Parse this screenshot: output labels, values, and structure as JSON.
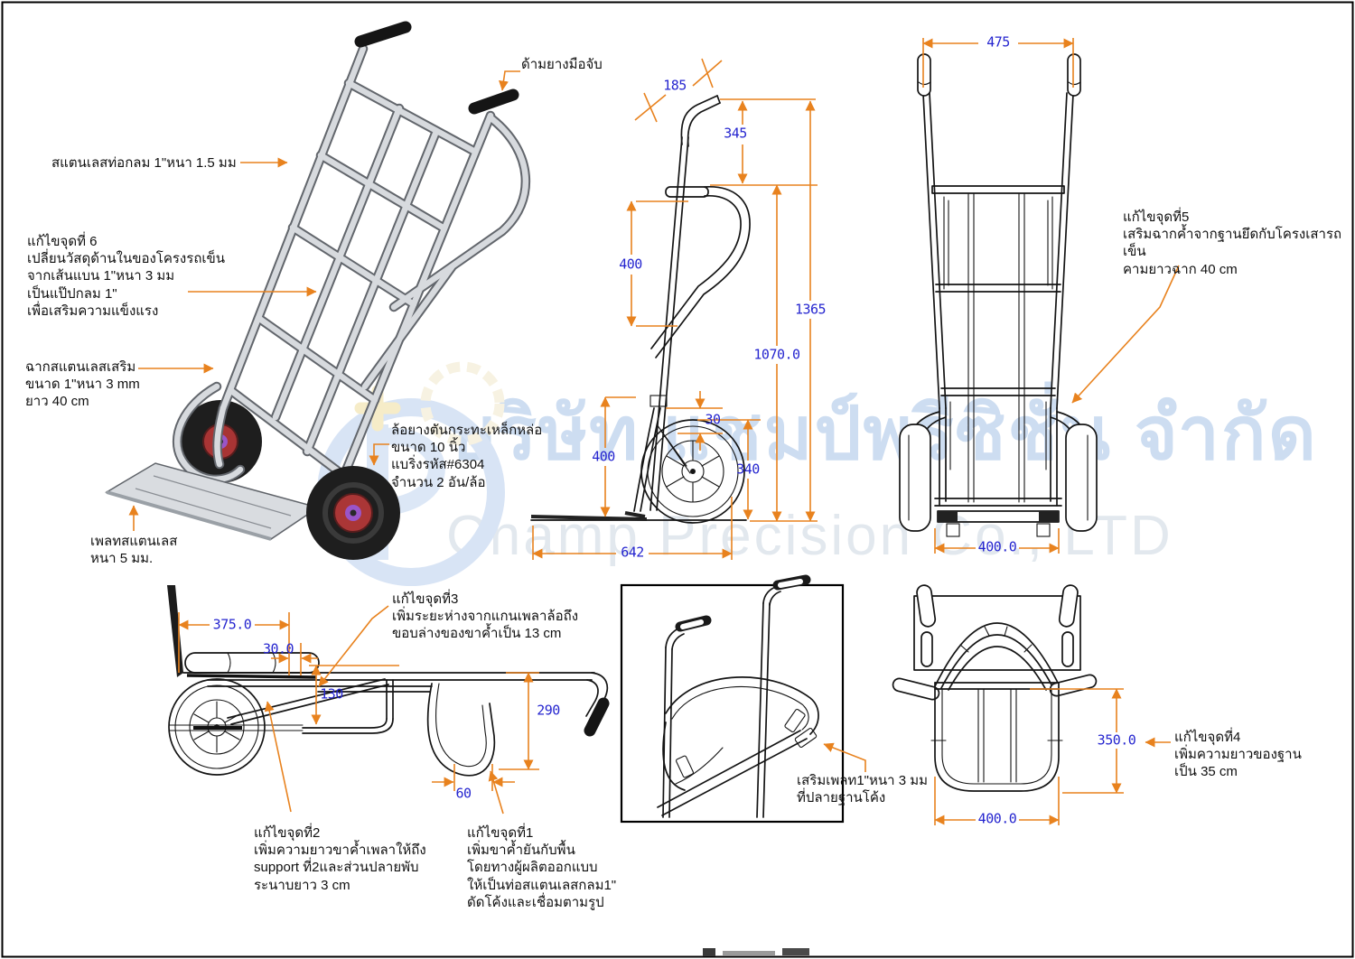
{
  "watermark": {
    "thai": "บริษัท แชมป์พรีซิชั่น จำกัด",
    "english": "Champ Precision Co., LTD"
  },
  "notes": {
    "tube": "สแตนเลสท่อกลม 1\"หนา 1.5 มม",
    "handle_grip": "ด้ามยางมือจับ",
    "fix6": "แก้ไขจุดที่ 6\nเปลี่ยนวัสดุด้านในของโครงรถเข็น\nจากเส้นแบน 1\"หนา 3 มม\nเป็นแป๊ปกลม 1\"\nเพื่อเสริมความแข็งแรง",
    "angle_bracket": "ฉากสแตนเลสเสริม\nขนาด 1\"หนา 3 mm\nยาว 40 cm",
    "base_plate": "เพลทสแตนเลส\nหนา 5 มม.",
    "wheel": "ล้อยางตันกระทะเหล็กหล่อ\nขนาด 10 นิ้ว\nแบริ่งรหัส#6304\nจำนวน 2 อัน/ล้อ",
    "fix5": "แก้ไขจุดที่5\nเสริมฉากค้ำจากฐานยึดกับโครงเสารถเข็น\nคามยาวฉาก 40 cm",
    "fix4": "แก้ไขจุดที่4\nเพิ่มความยาวของฐาน\nเป็น 35 cm",
    "fix3": "แก้ไขจุดที่3\nเพิ่มระยะห่างจากแกนเพลาล้อถึง\nขอบล่างของขาค้ำเป็น 13 cm",
    "fix2": "แก้ไขจุดที่2\nเพิ่มความยาวขาค้ำเพลาให้ถึง\nsupport ที่2และส่วนปลายพับ\nระนาบยาว 3 cm",
    "fix1": "แก้ไขจุดที่1\nเพิ่มขาค้ำยันกับพื้น\nโดยทางผู้ผลิตออกแบบ\nให้เป็นท่อสแตนเลสกลม1\"\nดัดโค้งและเชื่อมตามรูป",
    "plate_detail": "เสริมเพลท1\"หนา 3 มม\nที่ปลายฐานโค้ง"
  },
  "dims": {
    "side": {
      "a185": "185",
      "a345": "345",
      "a400_upper": "400",
      "a1365": "1365",
      "a1070": "1070.0",
      "a30": "30",
      "a340": "340",
      "a400_lower": "400",
      "a642": "642"
    },
    "front": {
      "a475": "475",
      "a400": "400.0"
    },
    "folded": {
      "a375": "375.0",
      "a30": "30.0",
      "a130": "130",
      "a290": "290",
      "a60": "60"
    },
    "plan": {
      "a350": "350.0",
      "a400": "400.0"
    }
  },
  "colors": {
    "dimension_text": "#2525cf",
    "dimension_line": "#e8821e",
    "drawing_line": "#141414",
    "watermark_blue": "#cdddf1",
    "watermark_gray": "#e2e8ee"
  }
}
